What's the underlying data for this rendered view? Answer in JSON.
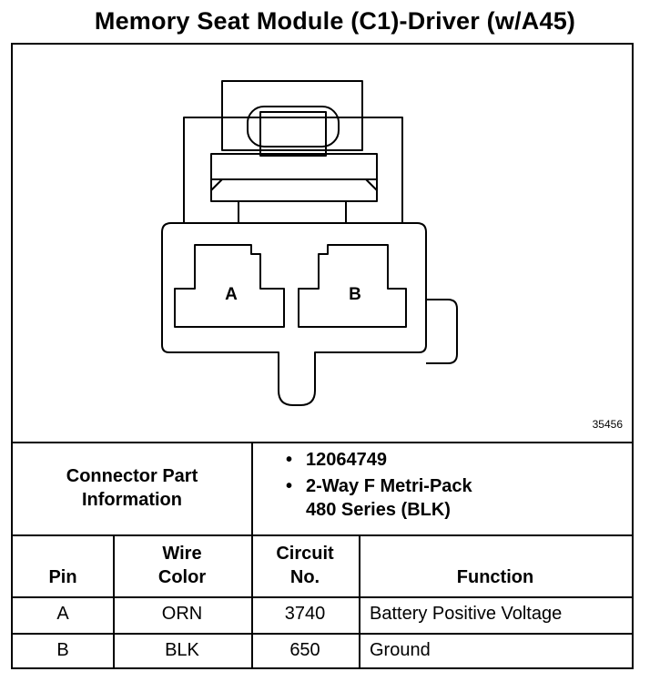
{
  "title": "Memory Seat Module (C1)-Driver (w/A45)",
  "diagram": {
    "drawing_number": "35456",
    "cavity_labels": [
      "A",
      "B"
    ]
  },
  "connector_info": {
    "label_line1": "Connector Part",
    "label_line2": "Information",
    "items": [
      {
        "text": "12064749",
        "continuation": ""
      },
      {
        "text": "2-Way F Metri-Pack",
        "continuation": "480 Series (BLK)"
      }
    ]
  },
  "table": {
    "headers": {
      "pin": "Pin",
      "wire_color_1": "Wire",
      "wire_color_2": "Color",
      "circuit_1": "Circuit",
      "circuit_2": "No.",
      "function": "Function"
    },
    "rows": [
      {
        "pin": "A",
        "wire_color": "ORN",
        "circuit": "3740",
        "function": "Battery Positive Voltage"
      },
      {
        "pin": "B",
        "wire_color": "BLK",
        "circuit": "650",
        "function": "Ground"
      }
    ]
  }
}
